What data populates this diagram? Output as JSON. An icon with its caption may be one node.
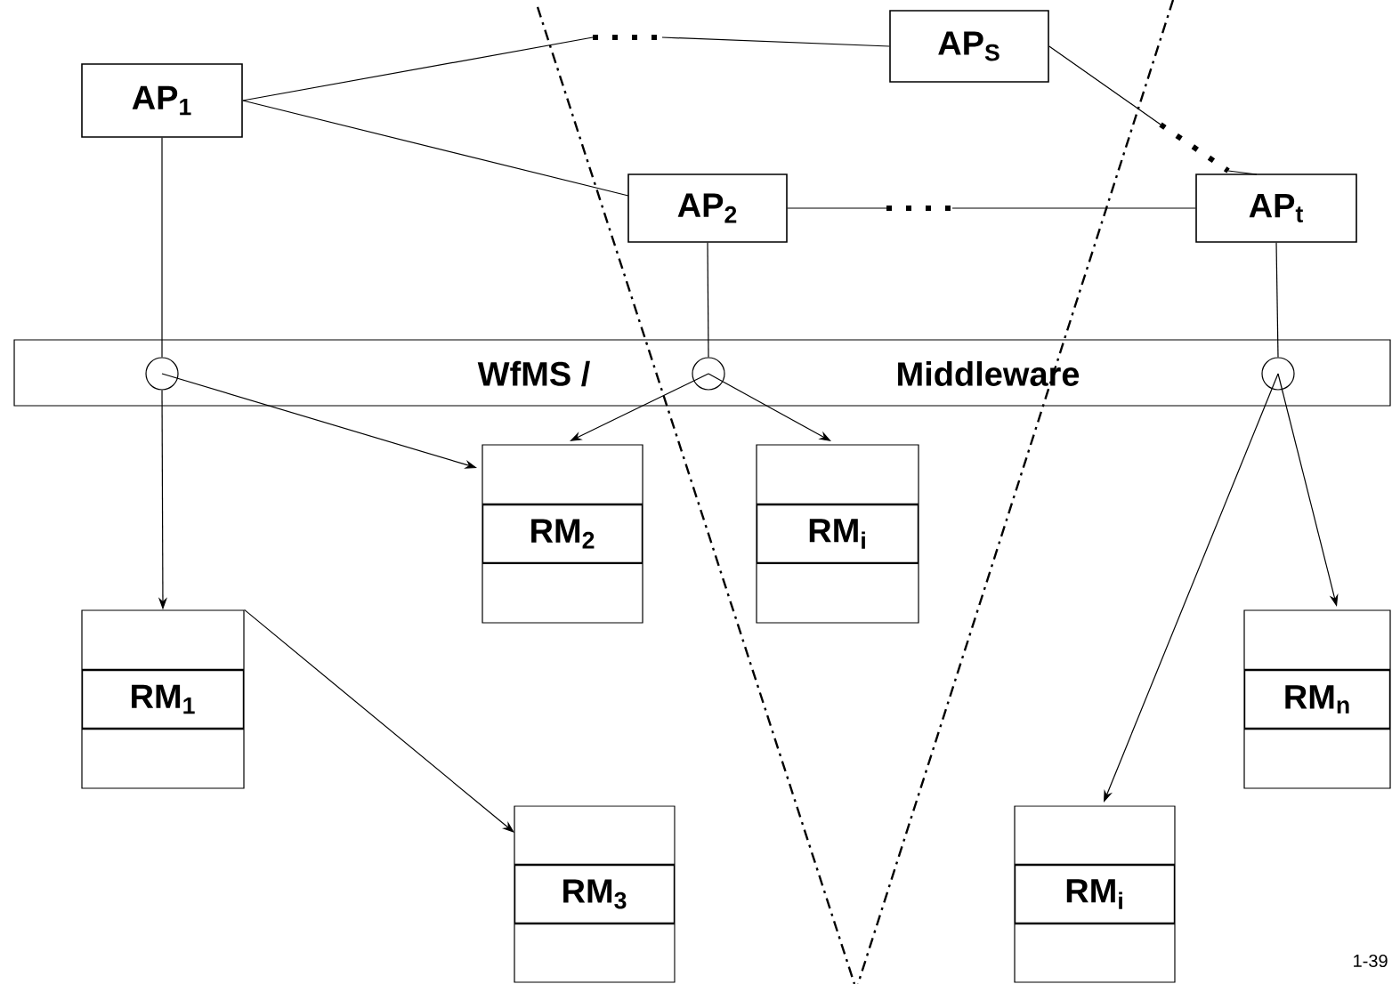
{
  "diagram": {
    "nodes": [
      {
        "text": [
          "AP$_{1}$"
        ]
      },
      {
        "text": [
          "AP$_{S}$"
        ]
      },
      {
        "text": [
          "AP$_{2}$"
        ]
      },
      {
        "text": [
          "AP$_{t}$"
        ]
      },
      {
        "text": [
          "WfMS /",
          "Middleware"
        ]
      },
      {
        "text": [],
        "shape": "circle",
        "in": 4
      },
      {
        "text": [],
        "shape": "circle",
        "in": 4
      },
      {
        "text": [],
        "shape": "circle",
        "in": 4
      },
      {
        "text": [
          "RM$_{2}$"
        ]
      },
      {
        "text": [
          "RM$_{i}$"
        ]
      },
      {
        "text": [
          "RM$_{1}$"
        ]
      },
      {
        "text": [
          "RM$_{n}$"
        ]
      },
      {
        "text": [
          "RM$_{3}$"
        ]
      },
      {
        "text": [
          "RM$_{i}$"
        ]
      }
    ],
    "edges": [
      {
        "from": 0,
        "to": 1,
        "arrow": "none"
      },
      {
        "from": 0,
        "to": 2,
        "arrow": "none"
      },
      {
        "from": 2,
        "to": 3,
        "arrow": "none"
      },
      {
        "from": 1,
        "to": 3,
        "arrow": "none"
      },
      {
        "from": 0,
        "to": 5,
        "arrow": "none"
      },
      {
        "from": 2,
        "to": 6,
        "arrow": "none"
      },
      {
        "from": 3,
        "to": 7,
        "arrow": "none"
      },
      {
        "from": 5,
        "to": 10,
        "arrow": "to"
      },
      {
        "from": 5,
        "to": 8,
        "arrow": "to"
      },
      {
        "from": 6,
        "to": 8,
        "arrow": "to"
      },
      {
        "from": 6,
        "to": 9,
        "arrow": "to"
      },
      {
        "from": 7,
        "to": 13,
        "arrow": "to"
      },
      {
        "from": 7,
        "to": 11,
        "arrow": "to"
      },
      {
        "from": 10,
        "to": 12,
        "arrow": "to"
      }
    ],
    "labels": [
      "1-39"
    ]
  }
}
